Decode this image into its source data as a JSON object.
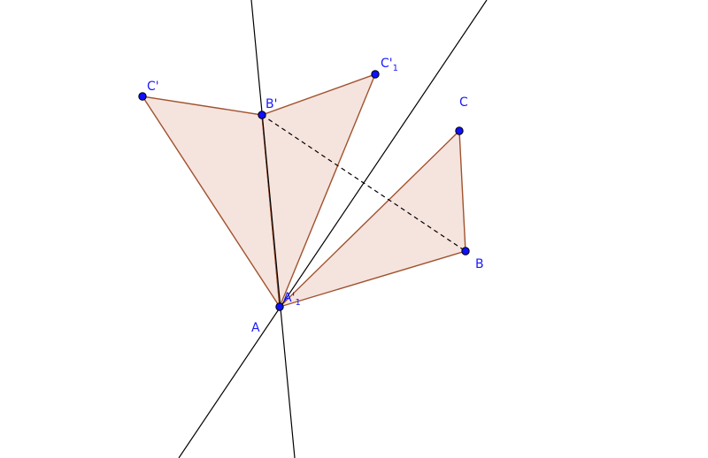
{
  "figure": {
    "colors": {
      "triangle_fill": "#f3ded8",
      "triangle_stroke": "#a0522d",
      "point": "#1010ff",
      "point_outline": "#000000",
      "line": "#000000",
      "label": "#1a1aff"
    },
    "labels": {
      "A": "A",
      "B": "B",
      "C": "C",
      "B_prime": "B'",
      "C_prime": "C'",
      "C_prime_1_main": "C'",
      "C_prime_1_sub": "1",
      "A_prime_1_main": "A'",
      "A_prime_1_sub": "1"
    }
  }
}
